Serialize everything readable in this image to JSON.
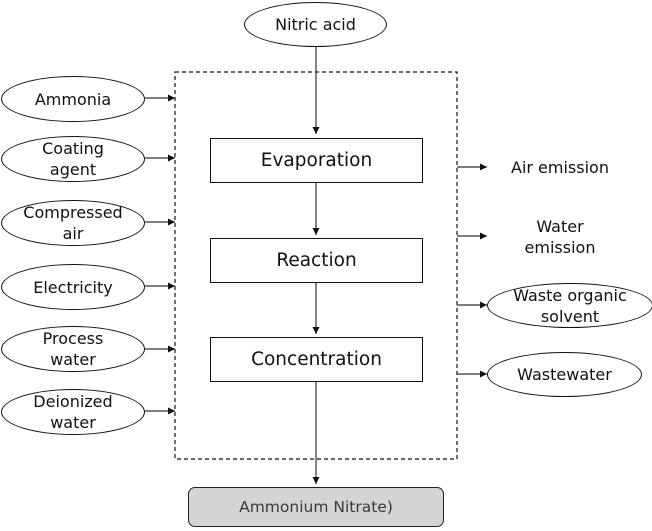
{
  "diagram": {
    "top_input": "Nitric acid",
    "inputs": [
      "Ammonia",
      "Coating\nagent",
      "Compressed\nair",
      "Electricity",
      "Process\nwater",
      "Deionized\nwater"
    ],
    "process_steps": [
      "Evaporation",
      "Reaction",
      "Concentration"
    ],
    "outputs": {
      "air_emission": "Air emission",
      "water_emission": "Water\nemission",
      "waste_organic_solvent": "Waste organic\nsolvent",
      "wastewater": "Wastewater"
    },
    "product": "Ammonium Nitrate)"
  }
}
